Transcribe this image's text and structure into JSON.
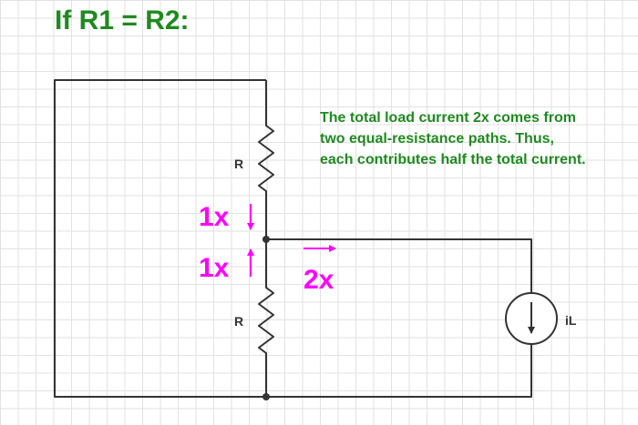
{
  "title": "If R1 = R2:",
  "note": {
    "lines": [
      "The total load current 2x comes from",
      "two equal-resistance paths. Thus,",
      "each contributes half the total current."
    ]
  },
  "circuit": {
    "upper_resistor_label": "R",
    "lower_resistor_label": "R",
    "load_label": "iL",
    "upper_current_label": "1x",
    "lower_current_label": "1x",
    "total_current_label": "2x"
  },
  "colors": {
    "heading": "#1f8a1f",
    "current_annotation": "#ff00ff",
    "wire": "#333333"
  }
}
